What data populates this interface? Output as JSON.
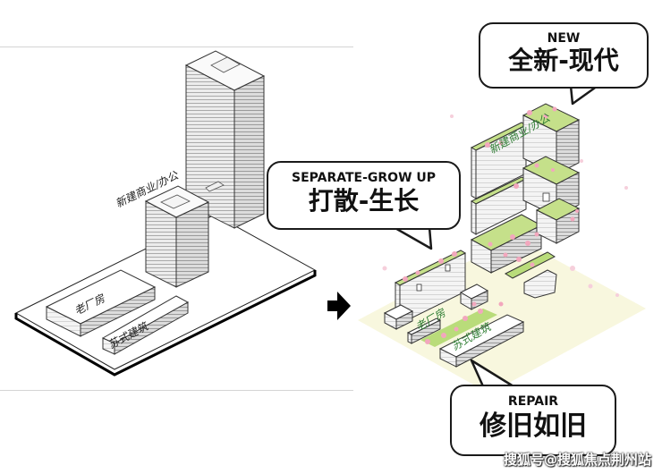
{
  "diagram": {
    "title": "Urban renewal strategy: before and after",
    "before": {
      "labels": {
        "new_commercial": "新建商业/办公",
        "old_factory": "老厂房",
        "suzhou_style": "苏式建筑"
      }
    },
    "after": {
      "labels": {
        "new_commercial": "新建商业/办公",
        "old_factory": "老厂房",
        "suzhou_style": "苏式建筑"
      }
    },
    "arrow": {
      "icon": "right-arrow-icon"
    },
    "bubbles": {
      "new": {
        "en": "NEW",
        "cn": "全新-现代"
      },
      "separate": {
        "en": "SEPARATE-GROW UP",
        "cn": "打散-生长"
      },
      "repair": {
        "en": "REPAIR",
        "cn": "修旧如旧"
      }
    },
    "watermark": "搜狐号@搜狐焦点荆州站",
    "colors": {
      "roof_green": "#c5e08a",
      "tree_pink": "#f2a7bd",
      "ground_yellow": "#f7f6d8",
      "building_gray": "#e6e6e6",
      "label_green": "#2e7d32"
    }
  }
}
